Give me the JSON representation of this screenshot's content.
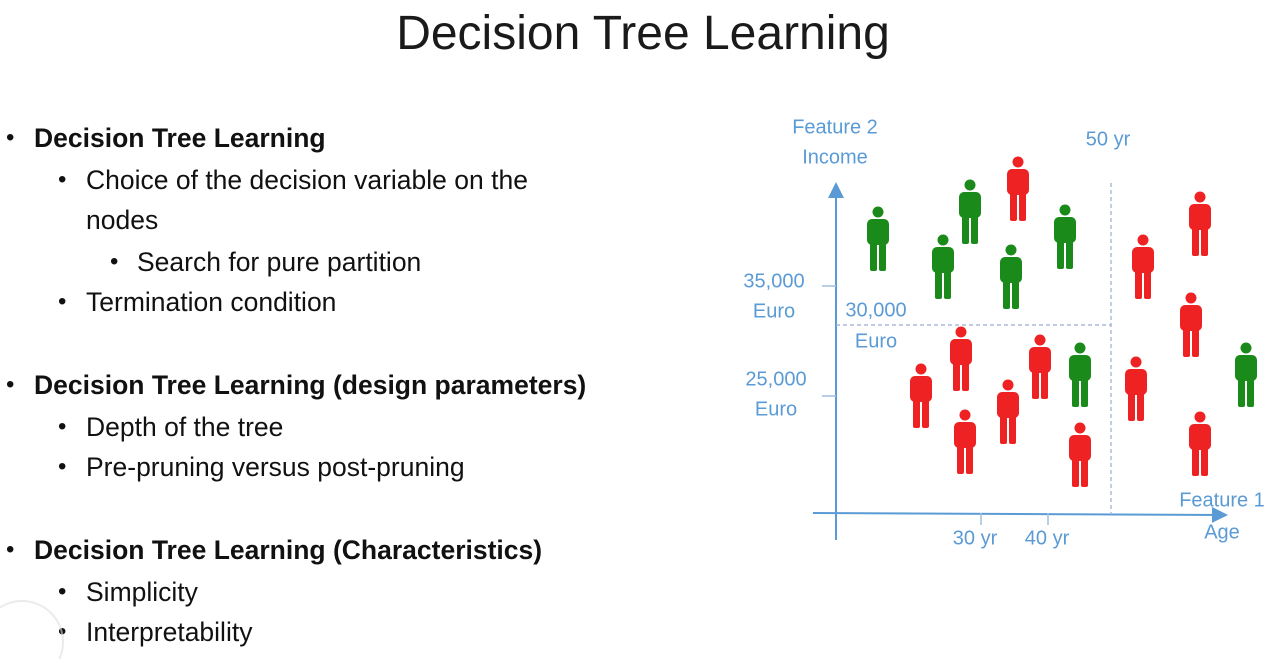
{
  "title": "Decision Tree Learning",
  "bullets": [
    {
      "level": 1,
      "text": "Decision Tree Learning"
    },
    {
      "level": 2,
      "text": "Choice of the decision variable on the"
    },
    {
      "level": 0,
      "text": "nodes"
    },
    {
      "level": 3,
      "text": "Search for pure partition"
    },
    {
      "level": 2,
      "text": "Termination condition"
    },
    {
      "level": 1,
      "text": "Decision Tree Learning (design parameters)"
    },
    {
      "level": 2,
      "text": "Depth of the tree"
    },
    {
      "level": 2,
      "text": "Pre-pruning versus post-pruning"
    },
    {
      "level": 1,
      "text": "Decision Tree Learning (Characteristics)"
    },
    {
      "level": 2,
      "text": "Simplicity"
    },
    {
      "level": 2,
      "text": "Interpretability"
    }
  ],
  "diagram": {
    "y_axis": {
      "title1": "Feature 2",
      "title2": "Income"
    },
    "x_axis": {
      "title1": "Feature 1",
      "title2": "Age"
    },
    "y_ticks": [
      {
        "value": "35,000",
        "unit": "Euro"
      },
      {
        "value": "25,000",
        "unit": "Euro"
      }
    ],
    "x_ticks": [
      "30 yr",
      "40 yr"
    ],
    "split_income": {
      "value": "30,000",
      "unit": "Euro"
    },
    "split_age": "50 yr",
    "colors": {
      "axis": "#5b9bd5",
      "positive": "#1a8a1a",
      "negative": "#ee2222"
    }
  }
}
